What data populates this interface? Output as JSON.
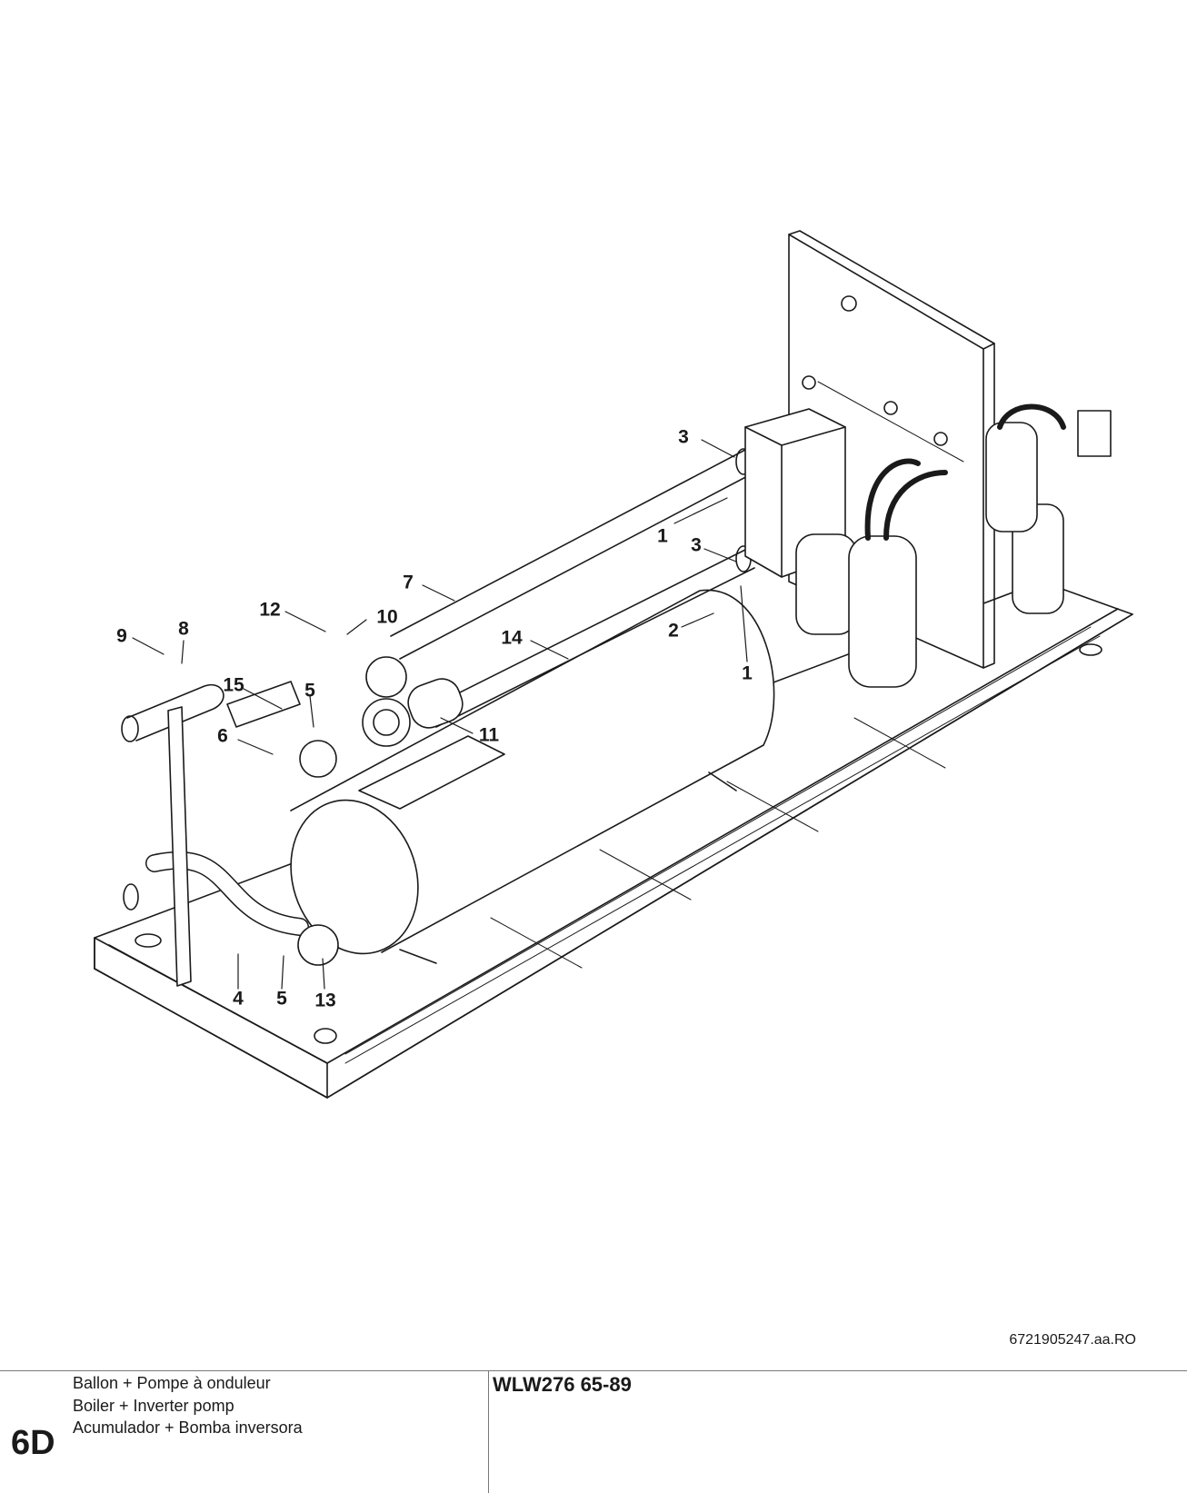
{
  "callouts": [
    {
      "id": "c3a",
      "label": "3"
    },
    {
      "id": "c1a",
      "label": "1"
    },
    {
      "id": "c3b",
      "label": "3"
    },
    {
      "id": "c7",
      "label": "7"
    },
    {
      "id": "c12",
      "label": "12"
    },
    {
      "id": "c10",
      "label": "10"
    },
    {
      "id": "c9",
      "label": "9"
    },
    {
      "id": "c8",
      "label": "8"
    },
    {
      "id": "c14",
      "label": "14"
    },
    {
      "id": "c2",
      "label": "2"
    },
    {
      "id": "c1b",
      "label": "1"
    },
    {
      "id": "c15",
      "label": "15"
    },
    {
      "id": "c5a",
      "label": "5"
    },
    {
      "id": "c6",
      "label": "6"
    },
    {
      "id": "c11",
      "label": "11"
    },
    {
      "id": "c4",
      "label": "4"
    },
    {
      "id": "c5b",
      "label": "5"
    },
    {
      "id": "c13",
      "label": "13"
    }
  ],
  "document_number": "6721905247.aa.RO",
  "section": "6D",
  "descriptions": {
    "fr": "Ballon + Pompe à onduleur",
    "en": "Boiler + Inverter pomp",
    "es": "Acumulador + Bomba inversora"
  },
  "model": "WLW276 65-89"
}
